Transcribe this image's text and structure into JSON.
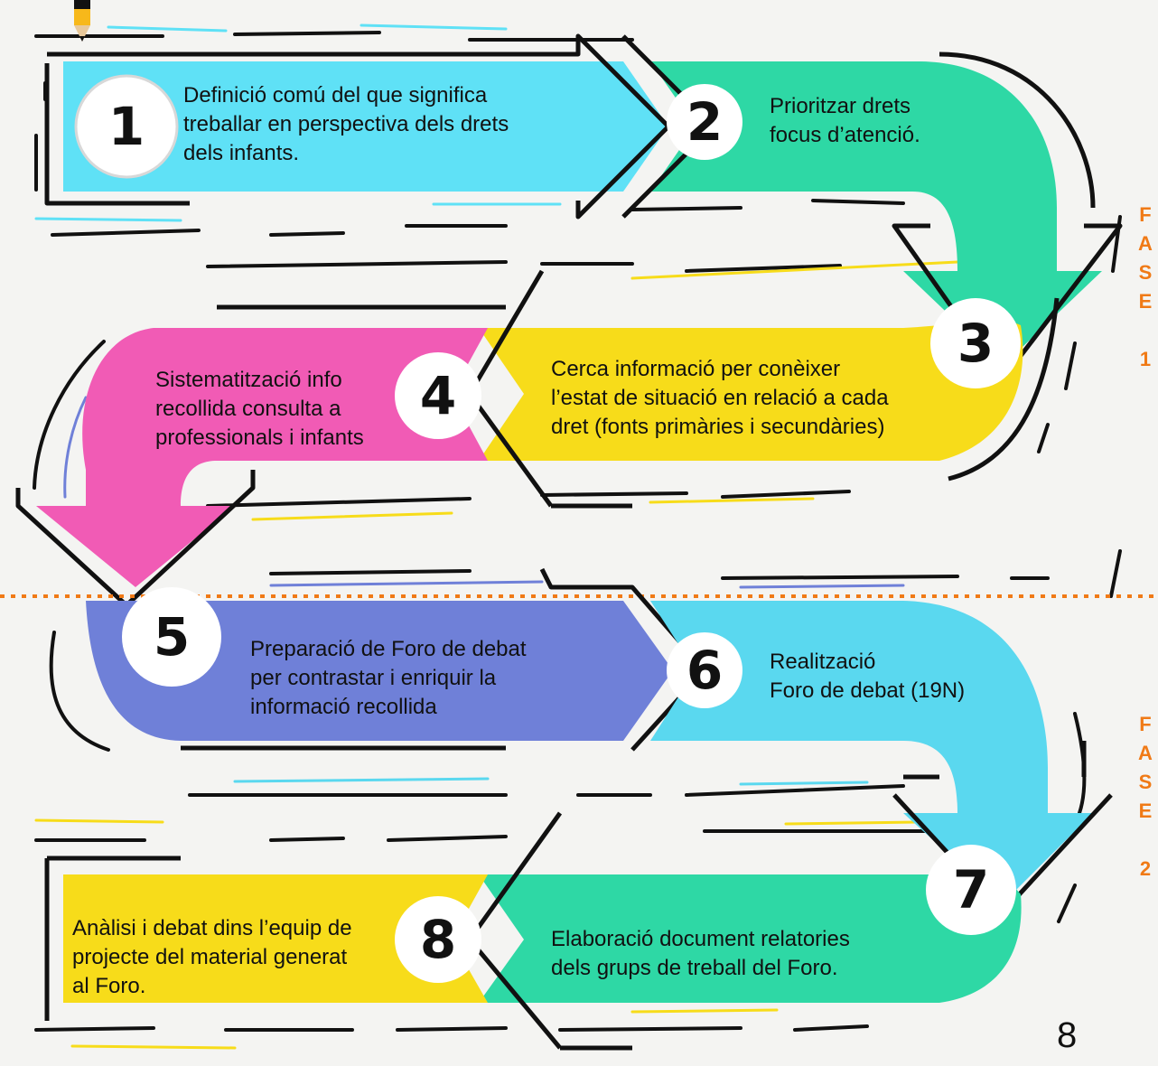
{
  "colors": {
    "cyan": "#5fe1f6",
    "green": "#2ed8a5",
    "yellow": "#f7dc1a",
    "pink": "#f15bb5",
    "purple": "#6f80d8",
    "lightblue": "#5ad8ef",
    "phase_label": "#f07a16",
    "divider": "#f07a16"
  },
  "icons": [
    "pencil-icon"
  ],
  "steps": [
    {
      "number": "1",
      "color": "cyan",
      "lines": [
        "Definició comú del que significa",
        "treballar en perspectiva dels drets",
        "dels infants."
      ]
    },
    {
      "number": "2",
      "color": "green",
      "lines": [
        "Prioritzar drets",
        "focus d’atenció."
      ]
    },
    {
      "number": "3",
      "color": "yellow",
      "lines": [
        "Cerca informació per conèixer",
        "l’estat de situació en relació a cada",
        "dret (fonts primàries i secundàries)"
      ]
    },
    {
      "number": "4",
      "color": "pink",
      "lines": [
        "Sistematització  info",
        "recollida consulta a",
        "professionals i infants"
      ]
    },
    {
      "number": "5",
      "color": "purple",
      "lines": [
        "Preparació de Foro de debat",
        "per contrastar i enriquir la",
        "informació recollida"
      ]
    },
    {
      "number": "6",
      "color": "lightblue",
      "lines": [
        "Realització",
        "Foro de debat (19N)"
      ]
    },
    {
      "number": "7",
      "color": "green",
      "lines": [
        "Elaboració document relatories",
        "dels grups de treball  del Foro."
      ]
    },
    {
      "number": "8",
      "color": "yellow",
      "lines": [
        "Anàlisi i debat dins l’equip de",
        "projecte del material generat",
        "al Foro."
      ]
    }
  ],
  "phases": [
    {
      "letters": [
        "F",
        "A",
        "S",
        "E"
      ],
      "number": "1"
    },
    {
      "letters": [
        "F",
        "A",
        "S",
        "E"
      ],
      "number": "2"
    }
  ],
  "page_number": "8"
}
